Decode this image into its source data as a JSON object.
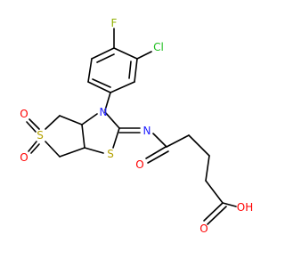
{
  "labels": {
    "F": "F",
    "Cl": "Cl",
    "N_ring": "N",
    "N_imine": "N",
    "S_sulfone": "S",
    "O_sulfone_top": "O",
    "O_sulfone_bottom": "O",
    "S_thiazolidine": "S",
    "O_carbonyl": "O",
    "O_acid": "O",
    "OH": "OH"
  },
  "colors": {
    "bond": "#000000",
    "F": "#90b000",
    "Cl": "#1fbf1f",
    "N": "#2020ff",
    "S": "#b3a100",
    "O": "#ff0000"
  }
}
